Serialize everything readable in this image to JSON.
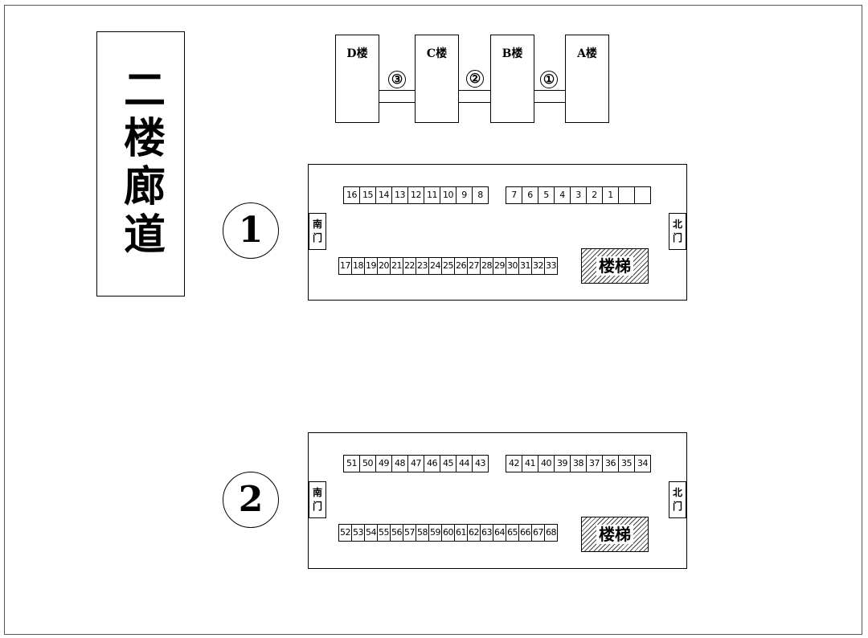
{
  "title": "二楼廊道",
  "buildings": [
    {
      "key": "d",
      "label": "D楼"
    },
    {
      "key": "c",
      "label": "C楼"
    },
    {
      "key": "b",
      "label": "B楼"
    },
    {
      "key": "a",
      "label": "A楼"
    }
  ],
  "bridges": [
    "③",
    "②",
    "①"
  ],
  "corridors": [
    {
      "label": "1",
      "south_door": "南门",
      "north_door": "北门",
      "stairs": "楼梯",
      "top_left": [
        "16",
        "15",
        "14",
        "13",
        "12",
        "11",
        "10",
        "9",
        "8"
      ],
      "top_right": [
        "7",
        "6",
        "5",
        "4",
        "3",
        "2",
        "1",
        "",
        ""
      ],
      "bottom": [
        "17",
        "18",
        "19",
        "20",
        "21",
        "22",
        "23",
        "24",
        "25",
        "26",
        "27",
        "28",
        "29",
        "30",
        "31",
        "32",
        "33"
      ]
    },
    {
      "label": "2",
      "south_door": "南门",
      "north_door": "北门",
      "stairs": "楼梯",
      "top_left": [
        "51",
        "50",
        "49",
        "48",
        "47",
        "46",
        "45",
        "44",
        "43"
      ],
      "top_right": [
        "42",
        "41",
        "40",
        "39",
        "38",
        "37",
        "36",
        "35",
        "34"
      ],
      "bottom": [
        "52",
        "53",
        "54",
        "55",
        "56",
        "57",
        "58",
        "59",
        "60",
        "61",
        "62",
        "63",
        "64",
        "65",
        "66",
        "67",
        "68"
      ]
    }
  ]
}
